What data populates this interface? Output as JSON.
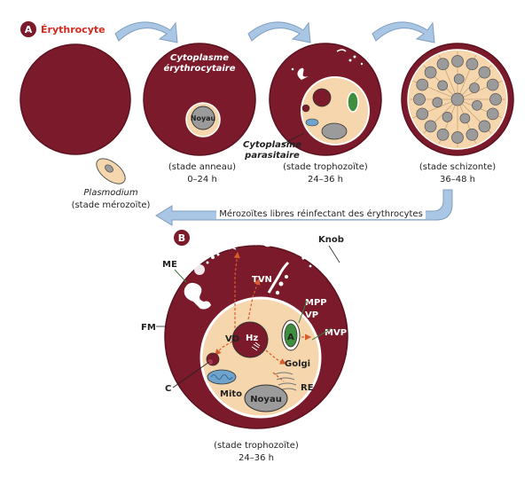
{
  "panel_a": {
    "letter": "A",
    "erythrocyte_title": "Érythrocyte",
    "cytoplasme_erythro_line1": "Cytoplasme",
    "cytoplasme_erythro_line2": "érythrocytaire",
    "noyau": "Noyau",
    "cytoplasme_parasitaire_line1": "Cytoplasme",
    "cytoplasme_parasitaire_line2": "parasitaire",
    "stage_ring": "(stade anneau)",
    "time_ring": "0–24 h",
    "stage_tropho": "(stade trophozoïte)",
    "time_tropho": "24–36 h",
    "stage_schizont": "(stade schizonte)",
    "time_schizont": "36–48 h",
    "plasmodium": "Plasmodium",
    "merozoite_stage": "(stade mérozoïte)",
    "merozoites_text": "Mérozoïtes libres réinfectant des érythrocytes"
  },
  "panel_b": {
    "letter": "B",
    "knob": "Knob",
    "me": "ME",
    "tvn": "TVN",
    "mpp": "MPP",
    "vp": "VP",
    "fm": "FM",
    "mvp": "MVP",
    "vd": "VD",
    "hz": "Hz",
    "a": "A",
    "golgi": "Golgi",
    "c": "C",
    "mito": "Mito",
    "re": "RE",
    "noyau": "Noyau",
    "stage": "(stade trophozoïte)",
    "time": "24–36 h"
  },
  "colors": {
    "erythrocyte": "#7a1a2a",
    "parasite": "#f6d7ad",
    "arrow_fill": "#a9c6e4",
    "red_label": "#d42a1e",
    "nucleus": "#9b9b9b",
    "panel_badge": "#7a1a2a"
  }
}
